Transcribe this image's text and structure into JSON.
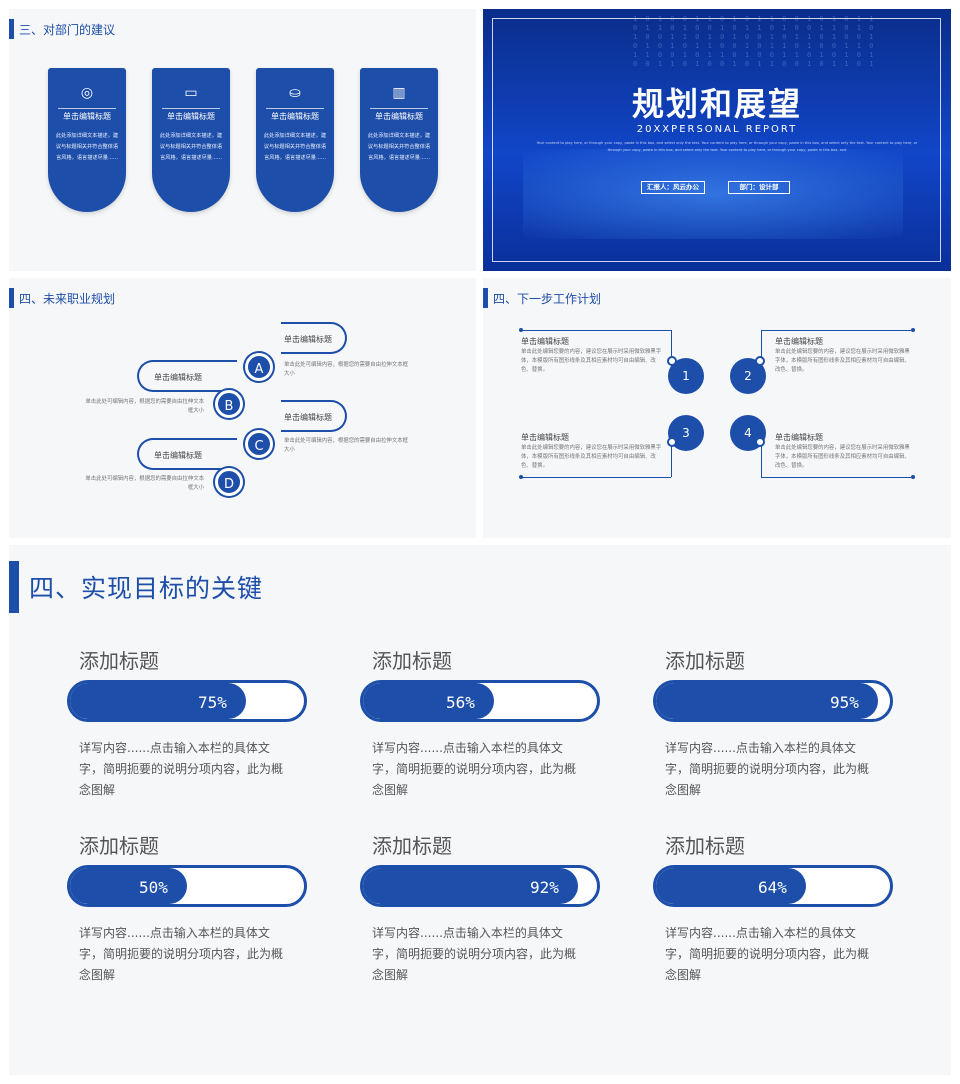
{
  "slide1": {
    "title": "三、对部门的建议",
    "cards": [
      {
        "icon": "target-grid-icon",
        "glyph": "◎",
        "title": "单击编辑标题",
        "body": "此处添加详细文本描述，建议与标题相关并符合整体语言风格，语言描述尽量......"
      },
      {
        "icon": "monitor-icon",
        "glyph": "▭",
        "title": "单击编辑标题",
        "body": "此处添加详细文本描述，建议与标题相关并符合整体语言风格，语言描述尽量......"
      },
      {
        "icon": "basket-icon",
        "glyph": "⛀",
        "title": "单击编辑标题",
        "body": "此处添加详细文本描述，建议与标题相关并符合整体语言风格，语言描述尽量......"
      },
      {
        "icon": "columns-icon",
        "glyph": "▥",
        "title": "单击编辑标题",
        "body": "此处添加详细文本描述，建议与标题相关并符合整体语言风格，语言描述尽量......"
      }
    ]
  },
  "slide2": {
    "title": "规划和展望",
    "subtitle": "20XXPERSONAL REPORT",
    "blurb": "Your content to play here, or through your copy, paste in this box, and select only the text. Your content to play here, or through your copy, paste in this box, and select only the text. Your content to play here, or through your copy, paste in this box, and select only the text. Your content to play here, or through your copy, paste in this box, and",
    "reporter": "汇报人：风云办公",
    "department": "部门：设计部"
  },
  "slide3": {
    "title": "四、未来职业规划",
    "items": [
      {
        "letter": "A",
        "title": "单击编辑标题",
        "body": "单击此处可编辑内容，根据您的需要自由拉伸文本框大小"
      },
      {
        "letter": "B",
        "title": "单击编辑标题",
        "body": "单击此处可编辑内容，根据您的需要自由拉伸文本框大小"
      },
      {
        "letter": "C",
        "title": "单击编辑标题",
        "body": "单击此处可编辑内容，根据您的需要自由拉伸文本框大小"
      },
      {
        "letter": "D",
        "title": "单击编辑标题",
        "body": "单击此处可编辑内容，根据您的需要自由拉伸文本框大小"
      }
    ]
  },
  "slide4": {
    "title": "四、下一步工作计划",
    "items": [
      {
        "num": "1",
        "title": "单击编辑标题",
        "body": "单击此处编辑您要的内容，建议您在展示时采用微软雅黑字体，本模版所有图形线条及其相应素材均可自由编辑、改色、替换。"
      },
      {
        "num": "2",
        "title": "单击编辑标题",
        "body": "单击此处编辑您要的内容，建议您在展示时采用微软雅黑字体，本模版所有图形线条及其相应素材均可自由编辑、改色、替换。"
      },
      {
        "num": "3",
        "title": "单击编辑标题",
        "body": "单击此处编辑您要的内容，建议您在展示时采用微软雅黑字体，本模版所有图形线条及其相应素材均可自由编辑、改色、替换。"
      },
      {
        "num": "4",
        "title": "单击编辑标题",
        "body": "单击此处编辑您要的内容，建议您在展示时采用微软雅黑字体，本模版所有图形线条及其相应素材均可自由编辑、改色、替换。"
      }
    ]
  },
  "slide5": {
    "title": "四、实现目标的关键",
    "items": [
      {
        "title": "添加标题",
        "percent": 75,
        "label": "75%",
        "desc": "详写内容......点击输入本栏的具体文字，简明扼要的说明分项内容，此为概念图解"
      },
      {
        "title": "添加标题",
        "percent": 56,
        "label": "56%",
        "desc": "详写内容......点击输入本栏的具体文字，简明扼要的说明分项内容，此为概念图解"
      },
      {
        "title": "添加标题",
        "percent": 95,
        "label": "95%",
        "desc": "详写内容......点击输入本栏的具体文字，简明扼要的说明分项内容，此为概念图解"
      },
      {
        "title": "添加标题",
        "percent": 50,
        "label": "50%",
        "desc": "详写内容......点击输入本栏的具体文字，简明扼要的说明分项内容，此为概念图解"
      },
      {
        "title": "添加标题",
        "percent": 92,
        "label": "92%",
        "desc": "详写内容......点击输入本栏的具体文字，简明扼要的说明分项内容，此为概念图解"
      },
      {
        "title": "添加标题",
        "percent": 64,
        "label": "64%",
        "desc": "详写内容......点击输入本栏的具体文字，简明扼要的说明分项内容，此为概念图解"
      }
    ]
  },
  "colors": {
    "accent": "#1d4ea9",
    "slide_bg": "#f6f7f9"
  }
}
